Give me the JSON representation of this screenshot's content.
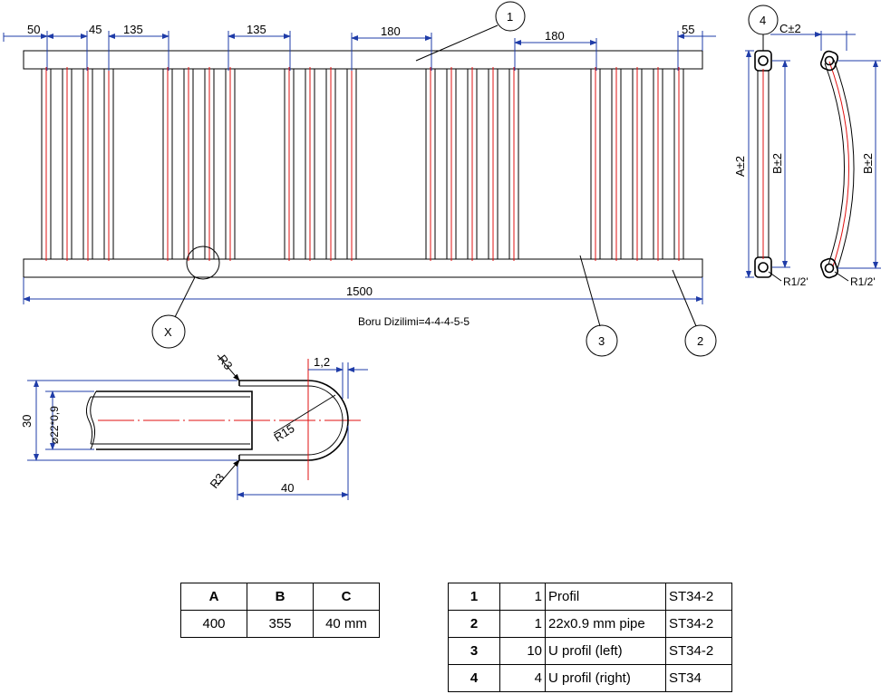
{
  "top_view": {
    "dimensions": [
      "50",
      "45",
      "135",
      "135",
      "180",
      "180",
      "55"
    ],
    "overall_length": "1500",
    "pipe_arrangement": "Boru Dizilimi=4-4-4-5-5",
    "callouts": [
      "1",
      "2",
      "3",
      "X"
    ]
  },
  "side_view": {
    "callout": "4",
    "labels": {
      "a": "A±2",
      "b_left": "B±2",
      "b_right": "B±2",
      "c": "C±2",
      "r_left": "R1/2'",
      "r_right": "R1/2'"
    }
  },
  "detail_view": {
    "labels": {
      "r3_top": "R3",
      "r3_bottom": "R3",
      "thickness": "1,2",
      "height": "30",
      "pipe": "⌀22*0,9",
      "radius": "R15",
      "width": "40"
    }
  },
  "dimension_table": {
    "headers": [
      "A",
      "B",
      "C"
    ],
    "values": [
      "400",
      "355",
      "40 mm"
    ]
  },
  "parts_table": [
    {
      "no": "1",
      "qty": "1",
      "desc": "Profil",
      "material": "ST34-2"
    },
    {
      "no": "2",
      "qty": "1",
      "desc": "22x0.9 mm pipe",
      "material": "ST34-2"
    },
    {
      "no": "3",
      "qty": "10",
      "desc": "U profil (left)",
      "material": "ST34-2"
    },
    {
      "no": "4",
      "qty": "4",
      "desc": "U profil (right)",
      "material": "ST34"
    }
  ],
  "colors": {
    "outline": "#000000",
    "dimension": "#1f3ca8",
    "centerline": "#e01010"
  }
}
